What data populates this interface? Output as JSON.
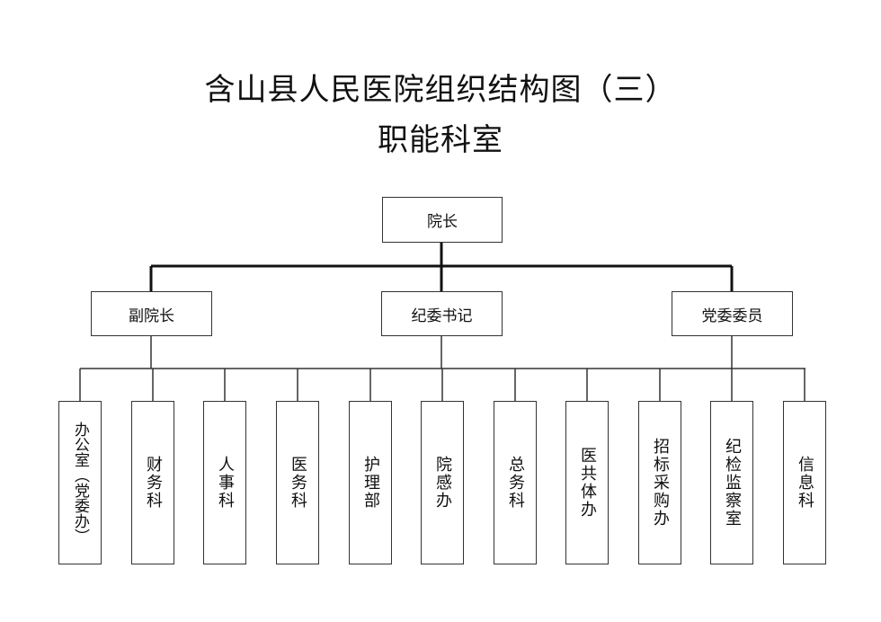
{
  "title": "含山县人民医院组织结构图（三）",
  "subtitle": "职能科室",
  "top": {
    "label": "院长"
  },
  "leaders": [
    {
      "label": "副院长"
    },
    {
      "label": "纪委书记"
    },
    {
      "label": "党委委员"
    }
  ],
  "departments": [
    {
      "label": "办公室（党委办）"
    },
    {
      "label": "财务科"
    },
    {
      "label": "人事科"
    },
    {
      "label": "医务科"
    },
    {
      "label": "护理部"
    },
    {
      "label": "院感办"
    },
    {
      "label": "总务科"
    },
    {
      "label": "医共体办"
    },
    {
      "label": "招标采购办"
    },
    {
      "label": "纪检监察室"
    },
    {
      "label": "信息科"
    }
  ]
}
